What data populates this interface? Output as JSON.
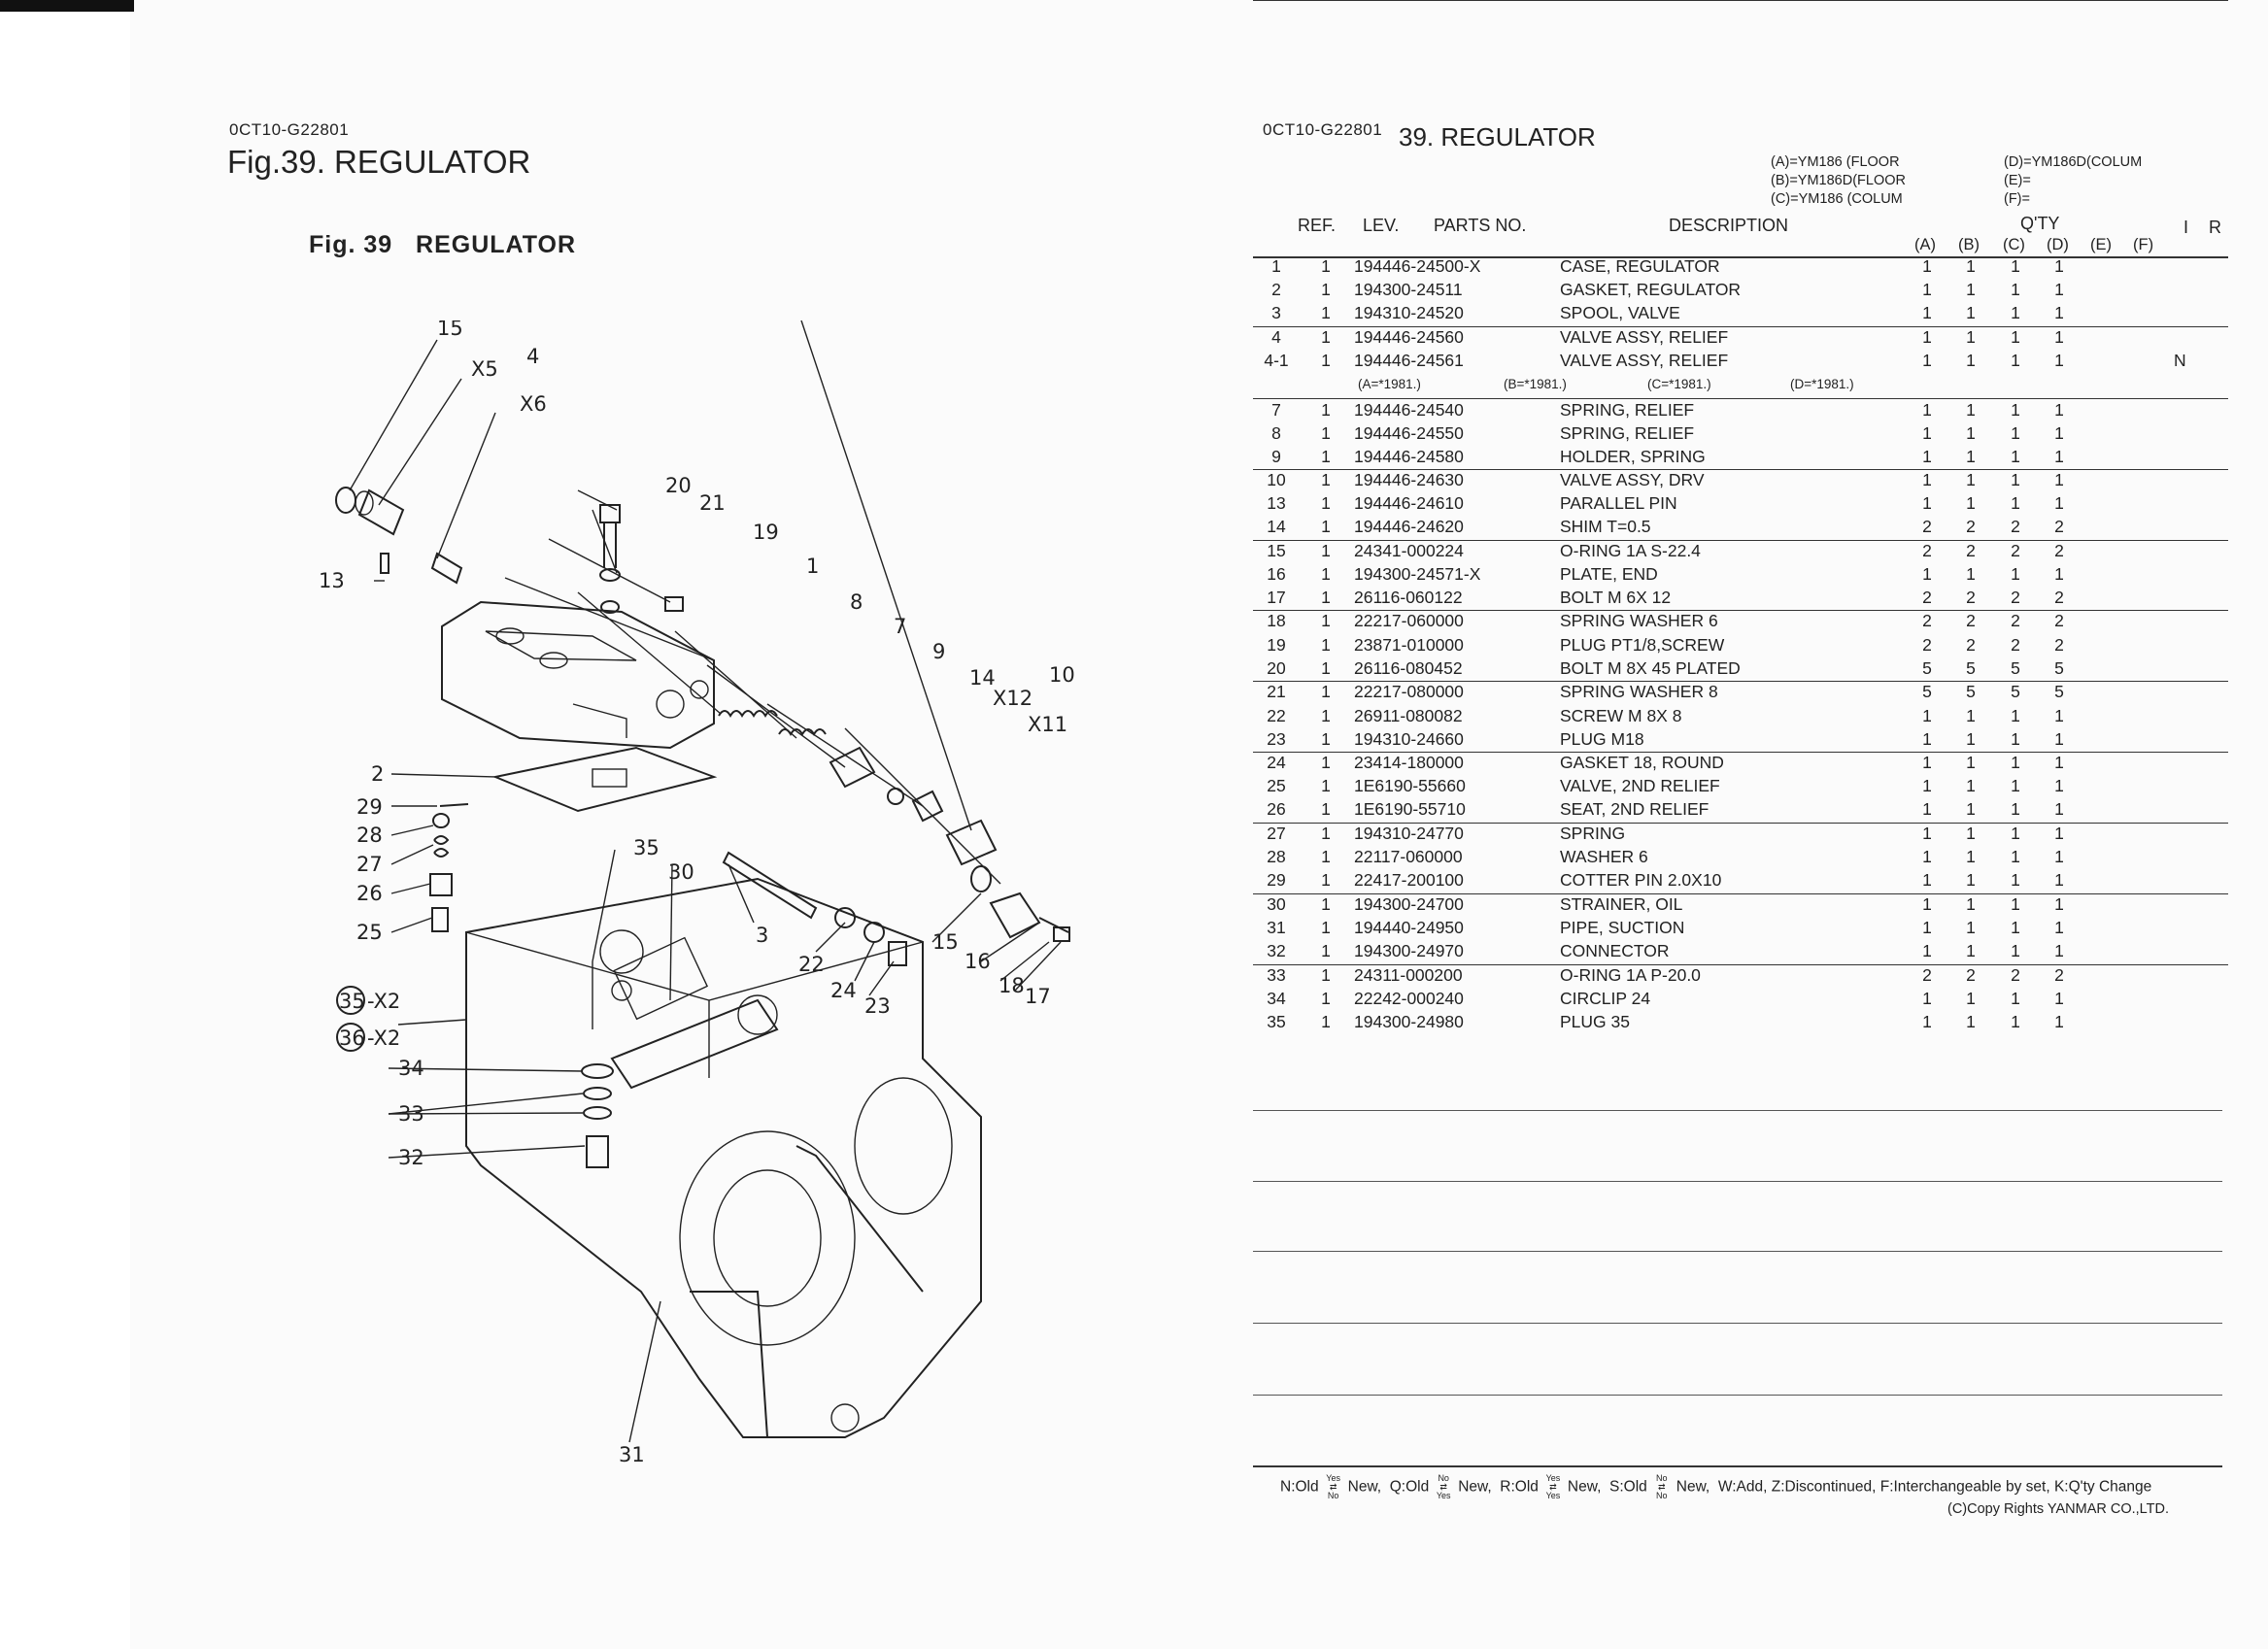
{
  "left": {
    "code": "0CT10-G22801",
    "title": "Fig.39.  REGULATOR",
    "fig_label": "Fig. 39",
    "fig_name": "REGULATOR"
  },
  "right": {
    "code": "0CT10-G22801",
    "title": "39.  REGULATOR",
    "legend": {
      "a": "(A)=YM186 (FLOOR",
      "b": "(B)=YM186D(FLOOR",
      "c": "(C)=YM186 (COLUM",
      "d": "(D)=YM186D(COLUM",
      "e": "(E)=",
      "f": "(F)="
    },
    "headers": {
      "ref": "REF.",
      "lev": "LEV.",
      "parts": "PARTS NO.",
      "desc": "DESCRIPTION",
      "qty": "Q'TY",
      "i": "I",
      "r": "R",
      "qa": "(A)",
      "qb": "(B)",
      "qc": "(C)",
      "qd": "(D)",
      "qe": "(E)",
      "qf": "(F)"
    },
    "serial_note": {
      "a": "(A=*1981.)",
      "b": "(B=*1981.)",
      "c": "(C=*1981.)",
      "d": "(D=*1981.)"
    },
    "rows": [
      {
        "ref": "1",
        "lev": "1",
        "part": "194446-24500-X",
        "desc": "CASE, REGULATOR",
        "a": "1",
        "b": "1",
        "c": "1",
        "d": "1",
        "ir": ""
      },
      {
        "ref": "2",
        "lev": "1",
        "part": "194300-24511",
        "desc": "GASKET, REGULATOR",
        "a": "1",
        "b": "1",
        "c": "1",
        "d": "1",
        "ir": ""
      },
      {
        "ref": "3",
        "lev": "1",
        "part": "194310-24520",
        "desc": "SPOOL, VALVE",
        "a": "1",
        "b": "1",
        "c": "1",
        "d": "1",
        "ir": ""
      },
      {
        "ref": "4",
        "lev": "1",
        "part": "194446-24560",
        "desc": "VALVE ASSY, RELIEF",
        "a": "1",
        "b": "1",
        "c": "1",
        "d": "1",
        "ir": ""
      },
      {
        "ref": "4-1",
        "lev": "1",
        "part": "194446-24561",
        "desc": "VALVE ASSY, RELIEF",
        "a": "1",
        "b": "1",
        "c": "1",
        "d": "1",
        "ir": "N"
      },
      {
        "ref": "7",
        "lev": "1",
        "part": "194446-24540",
        "desc": "SPRING, RELIEF",
        "a": "1",
        "b": "1",
        "c": "1",
        "d": "1",
        "ir": ""
      },
      {
        "ref": "8",
        "lev": "1",
        "part": "194446-24550",
        "desc": "SPRING, RELIEF",
        "a": "1",
        "b": "1",
        "c": "1",
        "d": "1",
        "ir": ""
      },
      {
        "ref": "9",
        "lev": "1",
        "part": "194446-24580",
        "desc": "HOLDER, SPRING",
        "a": "1",
        "b": "1",
        "c": "1",
        "d": "1",
        "ir": ""
      },
      {
        "ref": "10",
        "lev": "1",
        "part": "194446-24630",
        "desc": "VALVE ASSY, DRV",
        "a": "1",
        "b": "1",
        "c": "1",
        "d": "1",
        "ir": ""
      },
      {
        "ref": "13",
        "lev": "1",
        "part": "194446-24610",
        "desc": "PARALLEL PIN",
        "a": "1",
        "b": "1",
        "c": "1",
        "d": "1",
        "ir": ""
      },
      {
        "ref": "14",
        "lev": "1",
        "part": "194446-24620",
        "desc": "SHIM T=0.5",
        "a": "2",
        "b": "2",
        "c": "2",
        "d": "2",
        "ir": ""
      },
      {
        "ref": "15",
        "lev": "1",
        "part": "24341-000224",
        "desc": "O-RING 1A S-22.4",
        "a": "2",
        "b": "2",
        "c": "2",
        "d": "2",
        "ir": ""
      },
      {
        "ref": "16",
        "lev": "1",
        "part": "194300-24571-X",
        "desc": "PLATE, END",
        "a": "1",
        "b": "1",
        "c": "1",
        "d": "1",
        "ir": ""
      },
      {
        "ref": "17",
        "lev": "1",
        "part": "26116-060122",
        "desc": "BOLT M 6X 12",
        "a": "2",
        "b": "2",
        "c": "2",
        "d": "2",
        "ir": ""
      },
      {
        "ref": "18",
        "lev": "1",
        "part": "22217-060000",
        "desc": "SPRING WASHER  6",
        "a": "2",
        "b": "2",
        "c": "2",
        "d": "2",
        "ir": ""
      },
      {
        "ref": "19",
        "lev": "1",
        "part": "23871-010000",
        "desc": "PLUG PT1/8,SCREW",
        "a": "2",
        "b": "2",
        "c": "2",
        "d": "2",
        "ir": ""
      },
      {
        "ref": "20",
        "lev": "1",
        "part": "26116-080452",
        "desc": "BOLT M 8X 45 PLATED",
        "a": "5",
        "b": "5",
        "c": "5",
        "d": "5",
        "ir": ""
      },
      {
        "ref": "21",
        "lev": "1",
        "part": "22217-080000",
        "desc": "SPRING WASHER  8",
        "a": "5",
        "b": "5",
        "c": "5",
        "d": "5",
        "ir": ""
      },
      {
        "ref": "22",
        "lev": "1",
        "part": "26911-080082",
        "desc": "SCREW M 8X 8",
        "a": "1",
        "b": "1",
        "c": "1",
        "d": "1",
        "ir": ""
      },
      {
        "ref": "23",
        "lev": "1",
        "part": "194310-24660",
        "desc": "PLUG M18",
        "a": "1",
        "b": "1",
        "c": "1",
        "d": "1",
        "ir": ""
      },
      {
        "ref": "24",
        "lev": "1",
        "part": "23414-180000",
        "desc": "GASKET 18, ROUND",
        "a": "1",
        "b": "1",
        "c": "1",
        "d": "1",
        "ir": ""
      },
      {
        "ref": "25",
        "lev": "1",
        "part": "1E6190-55660",
        "desc": "VALVE, 2ND RELIEF",
        "a": "1",
        "b": "1",
        "c": "1",
        "d": "1",
        "ir": ""
      },
      {
        "ref": "26",
        "lev": "1",
        "part": "1E6190-55710",
        "desc": "SEAT, 2ND RELIEF",
        "a": "1",
        "b": "1",
        "c": "1",
        "d": "1",
        "ir": ""
      },
      {
        "ref": "27",
        "lev": "1",
        "part": "194310-24770",
        "desc": "SPRING",
        "a": "1",
        "b": "1",
        "c": "1",
        "d": "1",
        "ir": ""
      },
      {
        "ref": "28",
        "lev": "1",
        "part": "22117-060000",
        "desc": "WASHER  6",
        "a": "1",
        "b": "1",
        "c": "1",
        "d": "1",
        "ir": ""
      },
      {
        "ref": "29",
        "lev": "1",
        "part": "22417-200100",
        "desc": "COTTER PIN 2.0X10",
        "a": "1",
        "b": "1",
        "c": "1",
        "d": "1",
        "ir": ""
      },
      {
        "ref": "30",
        "lev": "1",
        "part": "194300-24700",
        "desc": "STRAINER, OIL",
        "a": "1",
        "b": "1",
        "c": "1",
        "d": "1",
        "ir": ""
      },
      {
        "ref": "31",
        "lev": "1",
        "part": "194440-24950",
        "desc": "PIPE, SUCTION",
        "a": "1",
        "b": "1",
        "c": "1",
        "d": "1",
        "ir": ""
      },
      {
        "ref": "32",
        "lev": "1",
        "part": "194300-24970",
        "desc": "CONNECTOR",
        "a": "1",
        "b": "1",
        "c": "1",
        "d": "1",
        "ir": ""
      },
      {
        "ref": "33",
        "lev": "1",
        "part": "24311-000200",
        "desc": "O-RING 1A P-20.0",
        "a": "2",
        "b": "2",
        "c": "2",
        "d": "2",
        "ir": ""
      },
      {
        "ref": "34",
        "lev": "1",
        "part": "22242-000240",
        "desc": "CIRCLIP  24",
        "a": "1",
        "b": "1",
        "c": "1",
        "d": "1",
        "ir": ""
      },
      {
        "ref": "35",
        "lev": "1",
        "part": "194300-24980",
        "desc": "PLUG 35",
        "a": "1",
        "b": "1",
        "c": "1",
        "d": "1",
        "ir": ""
      }
    ],
    "footer": {
      "n": "N:Old",
      "n_new": "New,",
      "q": "Q:Old",
      "q_new": "New,",
      "r": "R:Old",
      "r_new": "New,",
      "s": "S:Old",
      "s_new": "New,",
      "rest": "W:Add, Z:Discontinued, F:Interchangeable by set, K:Q'ty Change",
      "yes": "Yes",
      "no": "No",
      "copyright": "(C)Copy Rights YANMAR CO.,LTD."
    }
  },
  "callouts": {
    "c15a": "15",
    "c4": "4",
    "x5": "X5",
    "x6": "X6",
    "c20": "20",
    "c21": "21",
    "c19": "19",
    "c13": "13",
    "c1": "1",
    "c8": "8",
    "c7": "7",
    "c9": "9",
    "c14": "14",
    "c10": "10",
    "x12": "X12",
    "x11": "X11",
    "c2": "2",
    "c29": "29",
    "c28": "28",
    "c27": "27",
    "c26": "26",
    "c25": "25",
    "c35": "35",
    "c30": "30",
    "c3": "3",
    "c22": "22",
    "c24": "24",
    "c23": "23",
    "c15b": "15",
    "c16": "16",
    "c18": "18",
    "c17": "17",
    "c35x": "35",
    "x2a": "-X2",
    "c36x": "36",
    "x2b": "-X2",
    "c34": "34",
    "c33": "33",
    "c32": "32",
    "c31": "31"
  }
}
